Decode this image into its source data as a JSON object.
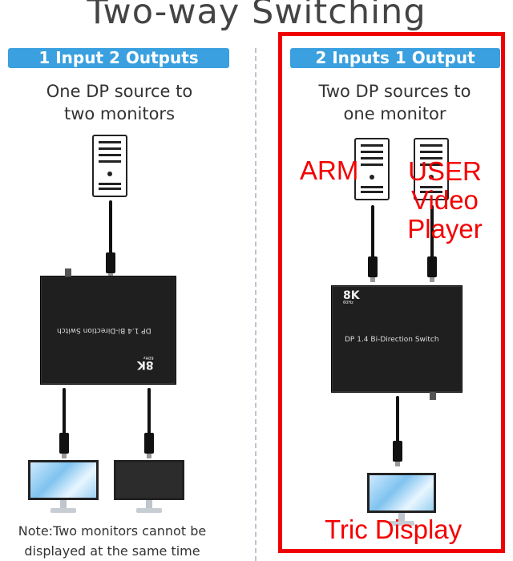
{
  "header": {
    "title": "Two-way Switching"
  },
  "left_panel": {
    "pill": "1 Input 2 Outputs",
    "caption_line1": "One DP source to",
    "caption_line2": "two monitors",
    "switch_model": "DP 1.4 Bi-Direction Switch",
    "badge_main": "8K",
    "badge_sub": "60Hz"
  },
  "right_panel": {
    "pill": "2 Inputs 1 Output",
    "caption_line1": "Two DP sources to",
    "caption_line2": "one monitor",
    "switch_model": "DP 1.4 Bi-Direction Switch",
    "badge_main": "8K",
    "badge_sub": "60Hz"
  },
  "note": {
    "line1": "Note:Two monitors cannot be",
    "line2": "displayed at the same time"
  },
  "annotations": {
    "arm": "ARM",
    "user_line1": "USER",
    "user_line2": "Video",
    "user_line3": "Player",
    "tric": "Tric Display",
    "color": "#f40000"
  },
  "colors": {
    "pill": "#3aa0df",
    "frame": "#f00000"
  }
}
